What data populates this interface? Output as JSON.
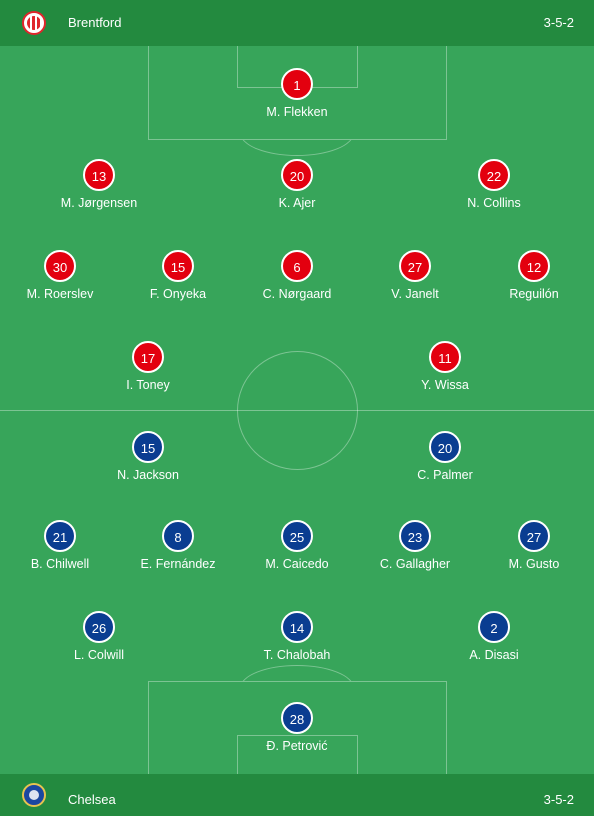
{
  "home": {
    "name": "Brentford",
    "formation": "3-5-2",
    "crest_icon": "brentford-crest-icon",
    "color": "#e3000f",
    "players": [
      {
        "number": "1",
        "name": "M. Flekken"
      },
      {
        "number": "13",
        "name": "M. Jørgensen"
      },
      {
        "number": "20",
        "name": "K. Ajer"
      },
      {
        "number": "22",
        "name": "N. Collins"
      },
      {
        "number": "30",
        "name": "M. Roerslev"
      },
      {
        "number": "15",
        "name": "F. Onyeka"
      },
      {
        "number": "6",
        "name": "C. Nørgaard"
      },
      {
        "number": "27",
        "name": "V. Janelt"
      },
      {
        "number": "12",
        "name": "Reguilón"
      },
      {
        "number": "17",
        "name": "I. Toney"
      },
      {
        "number": "11",
        "name": "Y. Wissa"
      }
    ]
  },
  "away": {
    "name": "Chelsea",
    "formation": "3-5-2",
    "crest_icon": "chelsea-crest-icon",
    "color": "#0a3d91",
    "players": [
      {
        "number": "15",
        "name": "N. Jackson"
      },
      {
        "number": "20",
        "name": "C. Palmer"
      },
      {
        "number": "21",
        "name": "B. Chilwell"
      },
      {
        "number": "8",
        "name": "E. Fernández"
      },
      {
        "number": "25",
        "name": "M. Caicedo"
      },
      {
        "number": "23",
        "name": "C. Gallagher"
      },
      {
        "number": "27",
        "name": "M. Gusto"
      },
      {
        "number": "26",
        "name": "L. Colwill"
      },
      {
        "number": "14",
        "name": "T. Chalobah"
      },
      {
        "number": "2",
        "name": "A. Disasi"
      },
      {
        "number": "28",
        "name": "Đ. Petrović"
      }
    ]
  }
}
